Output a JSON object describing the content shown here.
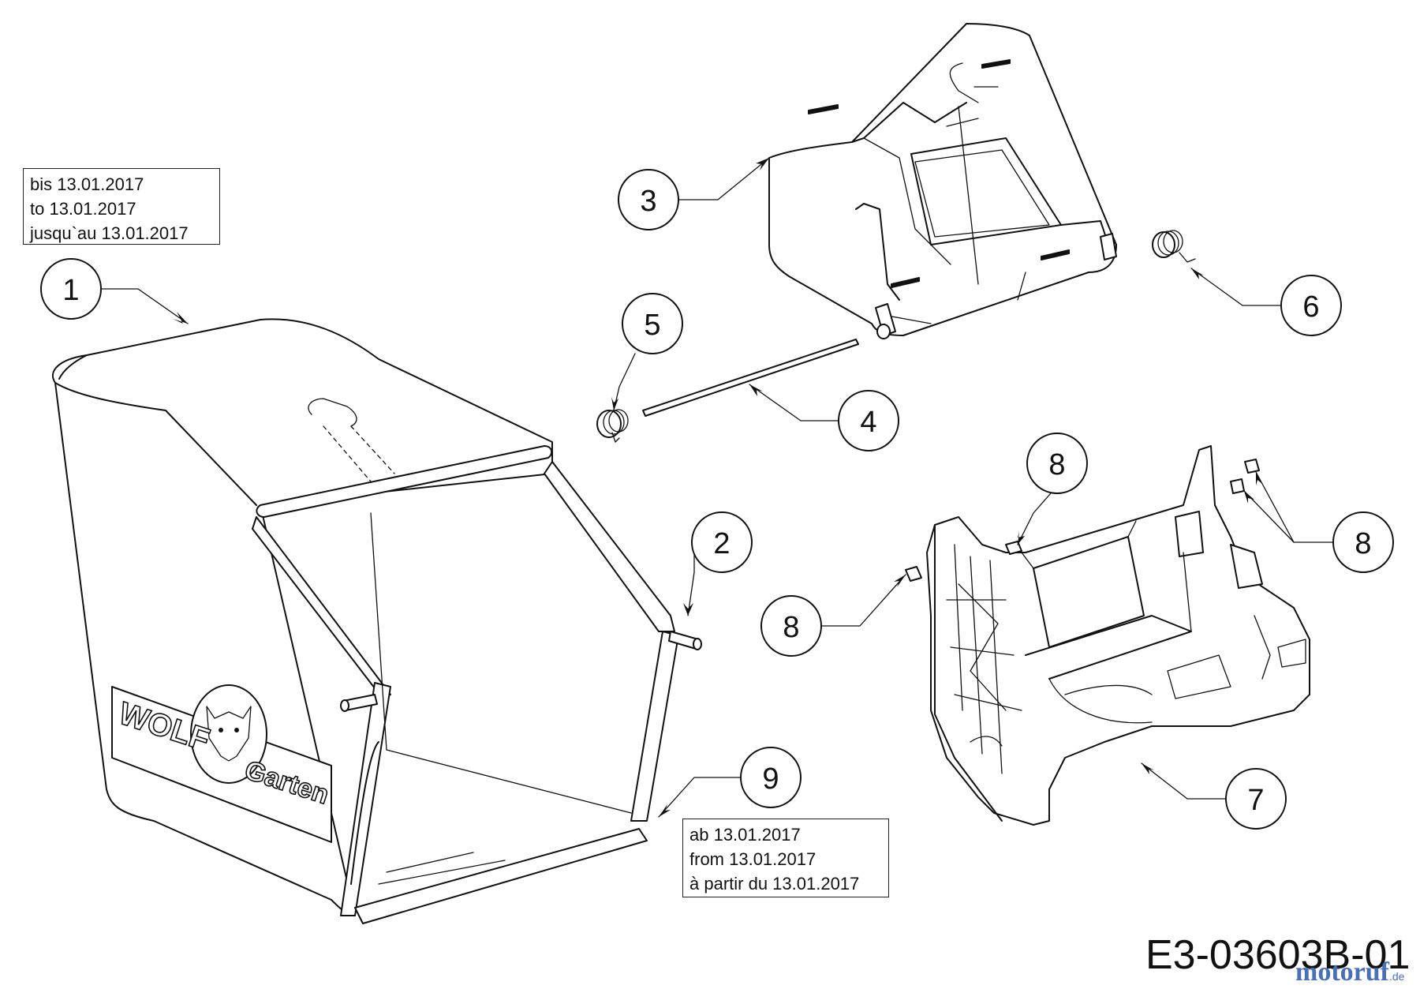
{
  "notes": {
    "top": [
      "bis 13.01.2017",
      "to 13.01.2017",
      "jusqu`au 13.01.2017"
    ],
    "bottom": [
      "ab 13.01.2017",
      "from 13.01.2017",
      "à partir du 13.01.2017"
    ]
  },
  "drawing_number": "E3-03603B-01",
  "watermark": {
    "main": "motoruf",
    "tld": ".de"
  },
  "logo": {
    "wolf": "WOLF",
    "garten": "Garten"
  },
  "callouts": [
    {
      "id": "c1",
      "label": "1"
    },
    {
      "id": "c2",
      "label": "2"
    },
    {
      "id": "c3",
      "label": "3"
    },
    {
      "id": "c4",
      "label": "4"
    },
    {
      "id": "c5",
      "label": "5"
    },
    {
      "id": "c6",
      "label": "6"
    },
    {
      "id": "c7",
      "label": "7"
    },
    {
      "id": "c8a",
      "label": "8"
    },
    {
      "id": "c8b",
      "label": "8"
    },
    {
      "id": "c8c",
      "label": "8"
    },
    {
      "id": "c9",
      "label": "9"
    }
  ],
  "parts": [
    {
      "number": "1",
      "name": "grass-bag-frame"
    },
    {
      "number": "2",
      "name": "pin"
    },
    {
      "number": "3",
      "name": "flap-cover"
    },
    {
      "number": "4",
      "name": "rod"
    },
    {
      "number": "5",
      "name": "spring-left"
    },
    {
      "number": "6",
      "name": "spring-right"
    },
    {
      "number": "7",
      "name": "rear-housing"
    },
    {
      "number": "8",
      "name": "nut"
    },
    {
      "number": "9",
      "name": "grass-bag-frame-new"
    }
  ]
}
